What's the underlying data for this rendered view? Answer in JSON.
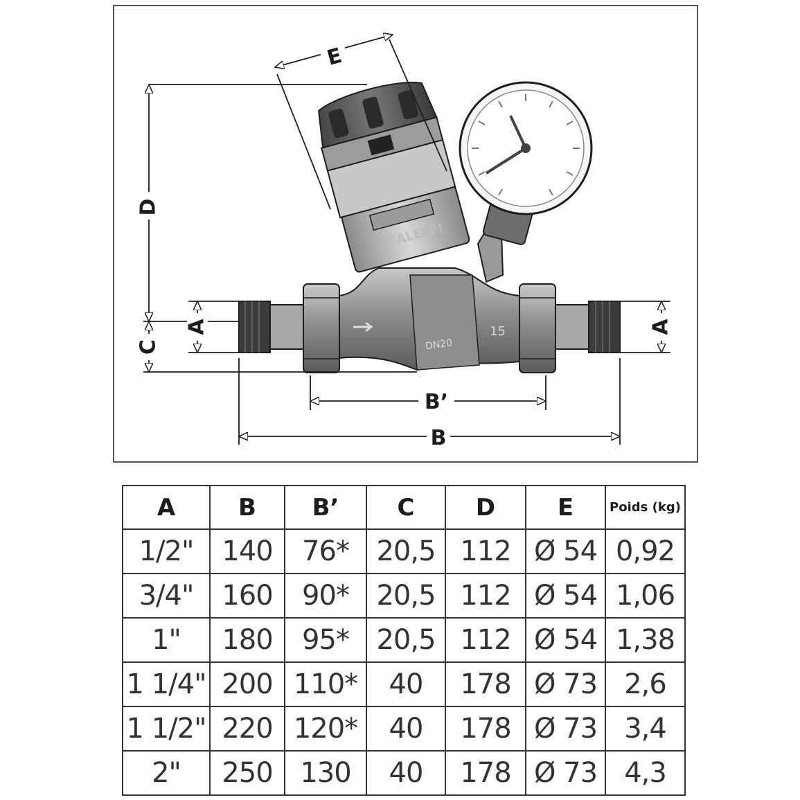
{
  "diagram": {
    "labels": {
      "E": "E",
      "D": "D",
      "A_left": "A",
      "A_right": "A",
      "C": "C",
      "B_prime": "B’",
      "B": "B"
    },
    "icon": "pressure-reducing-valve-with-gauge",
    "colors": {
      "line": "#1d1d1d",
      "body": "#9a9a9a",
      "dark": "#3a3a3a",
      "light": "#d6d6d6"
    }
  },
  "table": {
    "headers": [
      "A",
      "B",
      "B’",
      "C",
      "D",
      "E",
      "Poids (kg)"
    ],
    "rows": [
      [
        "1/2\"",
        "140",
        "76*",
        "20,5",
        "112",
        "Ø 54",
        "0,92"
      ],
      [
        "3/4\"",
        "160",
        "90*",
        "20,5",
        "112",
        "Ø 54",
        "1,06"
      ],
      [
        "1\"",
        "180",
        "95*",
        "20,5",
        "112",
        "Ø 54",
        "1,38"
      ],
      [
        "1 1/4\"",
        "200",
        "110*",
        "40",
        "178",
        "Ø 73",
        "2,6"
      ],
      [
        "1 1/2\"",
        "220",
        "120*",
        "40",
        "178",
        "Ø 73",
        "3,4"
      ],
      [
        "2\"",
        "250",
        "130",
        "40",
        "178",
        "Ø 73",
        "4,3"
      ]
    ]
  }
}
